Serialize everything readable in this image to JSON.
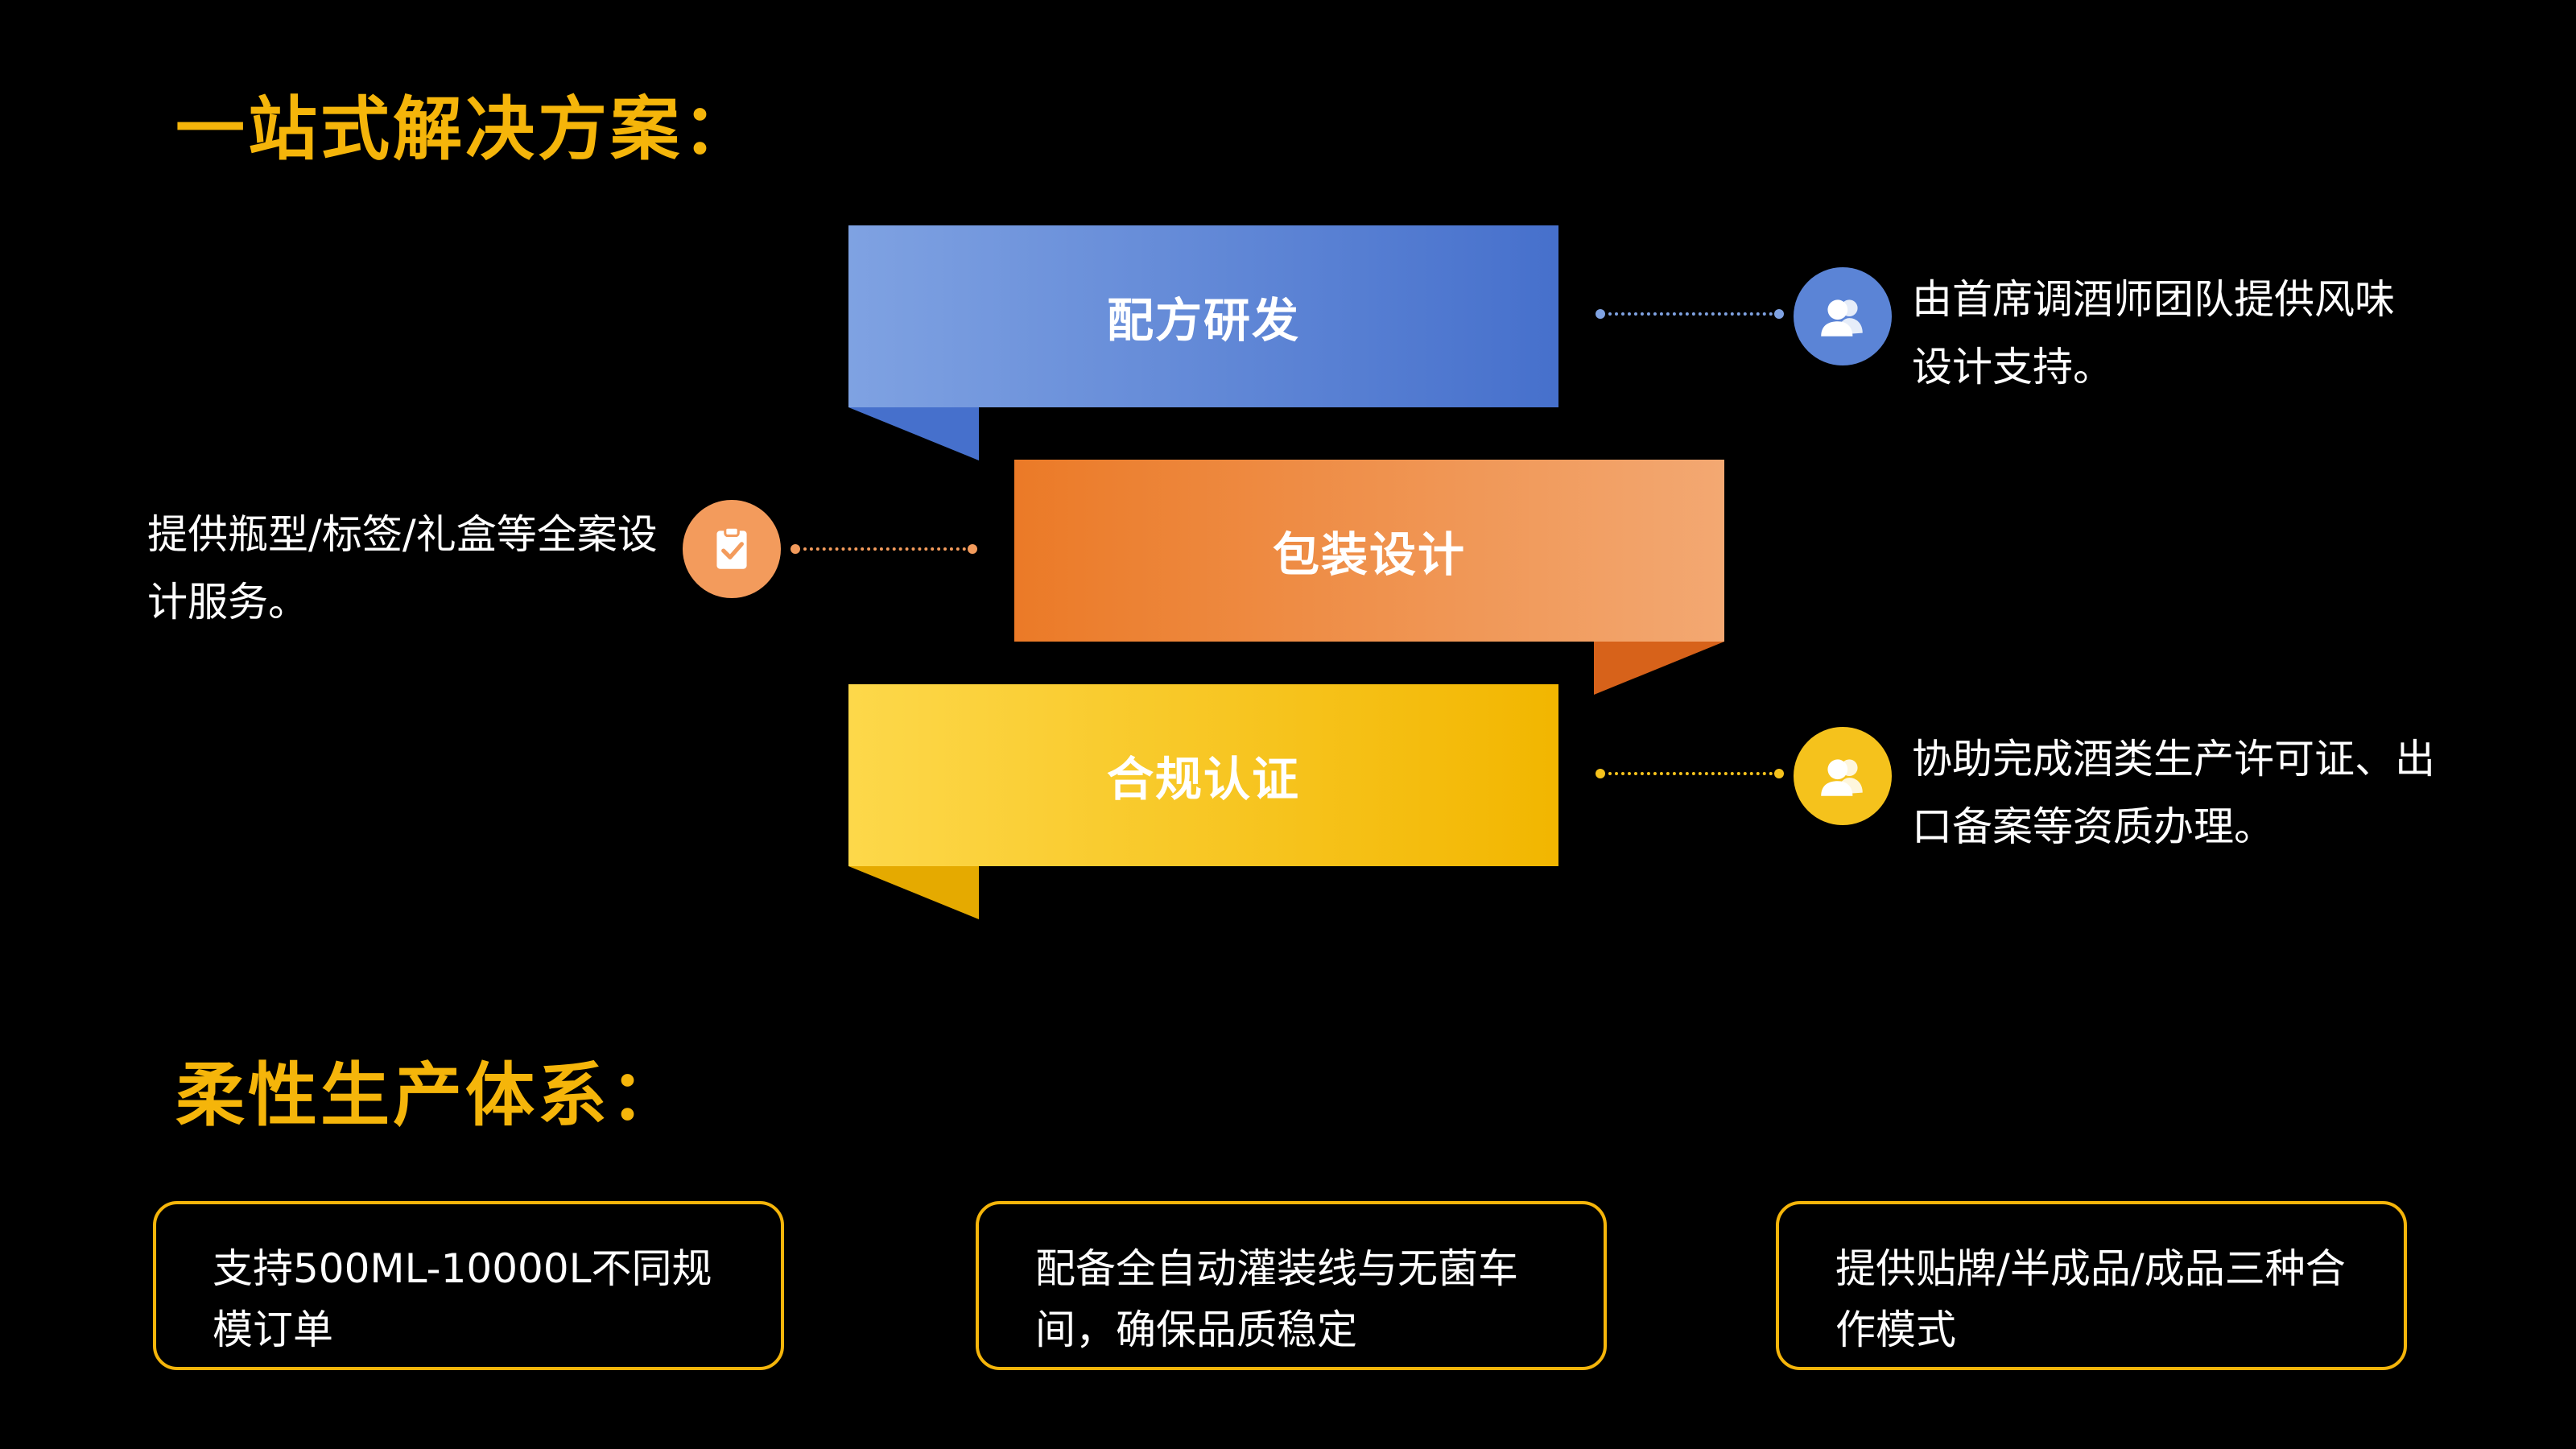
{
  "heading_solution": "一站式解决方案：",
  "heading_production": "柔性生产体系：",
  "bands": [
    {
      "label": "配方研发"
    },
    {
      "label": "包装设计"
    },
    {
      "label": "合规认证"
    }
  ],
  "notes": {
    "formula": "由首席调酒师团队提供风味设计支持。",
    "packaging": "提供瓶型/标签/礼盒等全案设计服务。",
    "compliance": "协助完成酒类生产许可证、出口备案等资质办理。"
  },
  "cards": [
    "支持500ML-10000L不同规模订单",
    "配备全自动灌装线与无菌车间，确保品质稳定",
    "提供贴牌/半成品/成品三种合作模式"
  ],
  "icons": {
    "formula": "team-icon",
    "packaging": "clipboard-check-icon",
    "compliance": "team-icon"
  },
  "colors": {
    "accent": "#F5B50A",
    "blue": "#4670CC",
    "orange": "#EB7A27",
    "yellow": "#F2B600",
    "background": "#000000"
  }
}
